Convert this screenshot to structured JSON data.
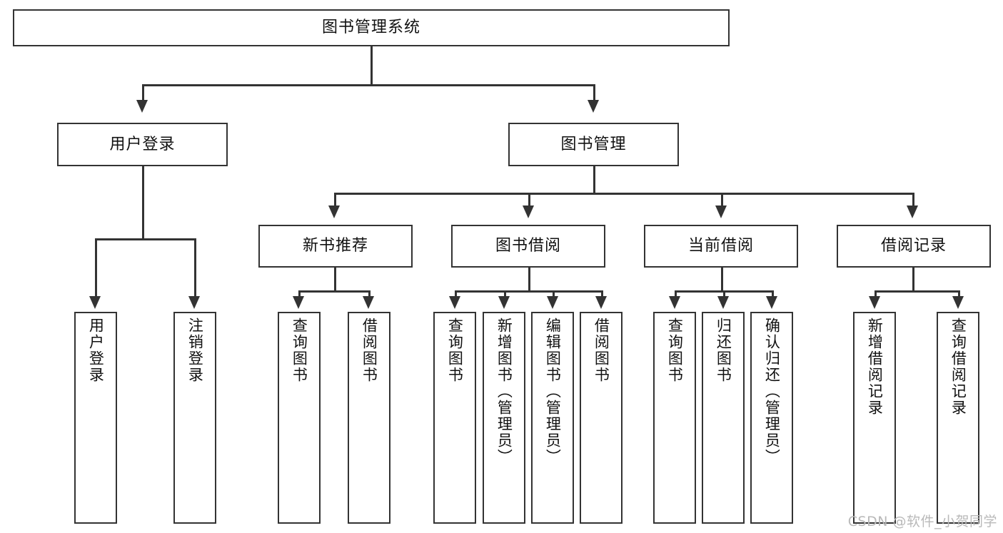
{
  "diagram": {
    "title": "图书管理系统",
    "watermark": "CSDN @软件_小贺同学",
    "accent_color": "#333333",
    "box_fill": "#ffffff",
    "text_color": "#111111",
    "root": {
      "label": "图书管理系统"
    },
    "level1": [
      {
        "label": "用户登录"
      },
      {
        "label": "图书管理"
      }
    ],
    "level2": [
      {
        "label": "新书推荐"
      },
      {
        "label": "图书借阅"
      },
      {
        "label": "当前借阅"
      },
      {
        "label": "借阅记录"
      }
    ],
    "leaves": {
      "user_login": [
        {
          "label": "用户登录"
        },
        {
          "label": "注销登录"
        }
      ],
      "new_book_recommend": [
        {
          "label": "查询图书"
        },
        {
          "label": "借阅图书"
        }
      ],
      "book_borrow": [
        {
          "label": "查询图书"
        },
        {
          "label": "新增图书（管理员）"
        },
        {
          "label": "编辑图书（管理员）"
        },
        {
          "label": "借阅图书"
        }
      ],
      "current_borrow": [
        {
          "label": "查询图书"
        },
        {
          "label": "归还图书"
        },
        {
          "label": "确认归还（管理员）"
        }
      ],
      "borrow_record": [
        {
          "label": "新增借阅记录"
        },
        {
          "label": "查询借阅记录"
        }
      ]
    }
  },
  "chart_data": {
    "type": "table",
    "title": "图书管理系统 功能结构图",
    "hierarchy": [
      {
        "label": "图书管理系统",
        "level": 0,
        "children": [
          {
            "label": "用户登录",
            "level": 1,
            "children": [
              {
                "label": "用户登录",
                "level": 2,
                "children": []
              },
              {
                "label": "注销登录",
                "level": 2,
                "children": []
              }
            ]
          },
          {
            "label": "图书管理",
            "level": 1,
            "children": [
              {
                "label": "新书推荐",
                "level": 2,
                "children": [
                  {
                    "label": "查询图书",
                    "level": 3,
                    "children": []
                  },
                  {
                    "label": "借阅图书",
                    "level": 3,
                    "children": []
                  }
                ]
              },
              {
                "label": "图书借阅",
                "level": 2,
                "children": [
                  {
                    "label": "查询图书",
                    "level": 3,
                    "children": []
                  },
                  {
                    "label": "新增图书（管理员）",
                    "level": 3,
                    "children": []
                  },
                  {
                    "label": "编辑图书（管理员）",
                    "level": 3,
                    "children": []
                  },
                  {
                    "label": "借阅图书",
                    "level": 3,
                    "children": []
                  }
                ]
              },
              {
                "label": "当前借阅",
                "level": 2,
                "children": [
                  {
                    "label": "查询图书",
                    "level": 3,
                    "children": []
                  },
                  {
                    "label": "归还图书",
                    "level": 3,
                    "children": []
                  },
                  {
                    "label": "确认归还（管理员）",
                    "level": 3,
                    "children": []
                  }
                ]
              },
              {
                "label": "借阅记录",
                "level": 2,
                "children": [
                  {
                    "label": "新增借阅记录",
                    "level": 3,
                    "children": []
                  },
                  {
                    "label": "查询借阅记录",
                    "level": 3,
                    "children": []
                  }
                ]
              }
            ]
          }
        ]
      }
    ]
  }
}
